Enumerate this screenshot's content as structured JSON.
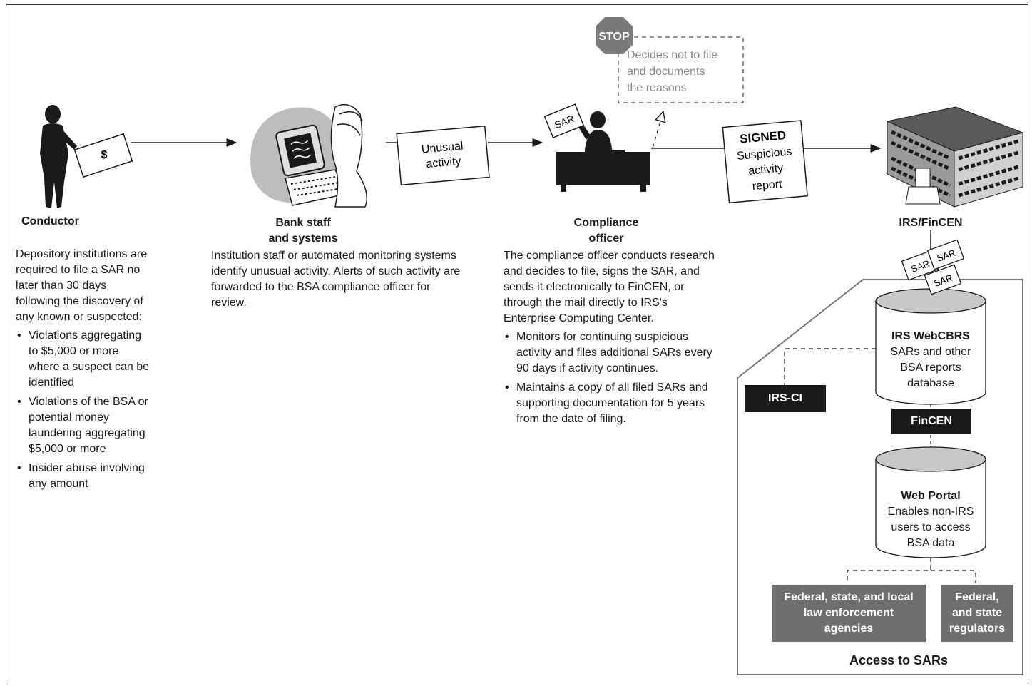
{
  "conductor": {
    "title": "Conductor",
    "intro": "Depository institutions are required to file a SAR no later than 30 days following the discovery of any known or suspected:",
    "bullets": [
      "Violations aggregating to $5,000 or more where a suspect can be identified",
      "Violations of the BSA or potential money laundering aggregating $5,000 or more",
      "Insider abuse involving any amount"
    ],
    "bill_label": "$"
  },
  "bank_staff": {
    "title_line1": "Bank staff",
    "title_line2": "and systems",
    "desc": "Institution staff or automated monitoring systems identify unusual activity. Alerts of such activity are forwarded to the BSA compliance officer for review."
  },
  "unusual_activity": {
    "line1": "Unusual",
    "line2": "activity"
  },
  "compliance": {
    "title_line1": "Compliance",
    "title_line2": "officer",
    "desc": "The compliance officer conducts research and decides to file, signs the SAR, and sends it electronically to FinCEN, or through the mail directly to IRS's Enterprise Computing Center.",
    "bullets": [
      "Monitors for continuing suspicious activity and files additional SARs every 90 days if activity continues.",
      "Maintains a copy of all filed SARs and supporting documentation for 5 years from the date of filing."
    ],
    "sign_label": "SAR"
  },
  "stop": {
    "sign": "STOP",
    "line1": "Decides not to file",
    "line2": "and documents",
    "line3": "the reasons"
  },
  "signed_report": {
    "line1": "SIGNED",
    "line2": "Suspicious",
    "line3": "activity",
    "line4": "report"
  },
  "irs": {
    "title": "IRS/FinCEN",
    "sar_labels": [
      "SAR",
      "SAR",
      "SAR"
    ]
  },
  "webcbrs": {
    "title": "IRS WebCBRS",
    "line1": "SARs and other",
    "line2": "BSA reports",
    "line3": "database"
  },
  "irs_ci": "IRS-CI",
  "fincen": "FinCEN",
  "web_portal": {
    "title": "Web Portal",
    "line1": "Enables non-IRS",
    "line2": "users to access",
    "line3": "BSA data"
  },
  "law_enforcement": {
    "line1": "Federal, state, and local",
    "line2": "law enforcement",
    "line3": "agencies"
  },
  "regulators": {
    "line1": "Federal,",
    "line2": "and state",
    "line3": "regulators"
  },
  "access_title": "Access to SARs"
}
